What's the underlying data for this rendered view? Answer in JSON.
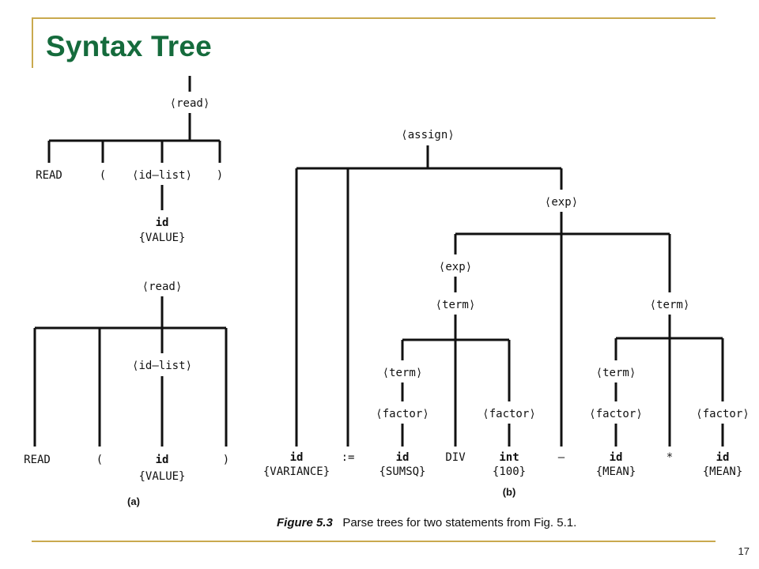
{
  "slide": {
    "title": "Syntax Tree",
    "page_number": "17"
  },
  "colors": {
    "title": "#156b3c",
    "rule": "#c9a94e"
  },
  "figure": {
    "caption_label": "Figure 5.3",
    "caption_text": "Parse trees for two statements from Fig. 5.1.",
    "panel_a_label": "(a)",
    "panel_b_label": "(b)",
    "tree_a_top": {
      "root": "⟨read⟩",
      "read": "READ",
      "lparen": "(",
      "idlist": "⟨id–list⟩",
      "rparen": ")",
      "id": "id",
      "value": "{VALUE}"
    },
    "tree_a_bottom": {
      "root": "⟨read⟩",
      "read": "READ",
      "lparen": "(",
      "idlist": "⟨id–list⟩",
      "id": "id",
      "value": "{VALUE}",
      "rparen": ")"
    },
    "tree_b": {
      "assign": "⟨assign⟩",
      "exp_top": "⟨exp⟩",
      "exp_left": "⟨exp⟩",
      "term_mid": "⟨term⟩",
      "term_right": "⟨term⟩",
      "term_ll": "⟨term⟩",
      "factor_ll": "⟨factor⟩",
      "factor_int": "⟨factor⟩",
      "term_rl": "⟨term⟩",
      "factor_rl": "⟨factor⟩",
      "factor_rr": "⟨factor⟩",
      "id_variance": "id",
      "variance": "{VARIANCE}",
      "assign_op": ":=",
      "id_sumsq": "id",
      "sumsq": "{SUMSQ}",
      "div": "DIV",
      "int": "int",
      "int_value": "{100}",
      "minus": "–",
      "id_mean1": "id",
      "mean1": "{MEAN}",
      "times": "*",
      "id_mean2": "id",
      "mean2": "{MEAN}"
    }
  }
}
